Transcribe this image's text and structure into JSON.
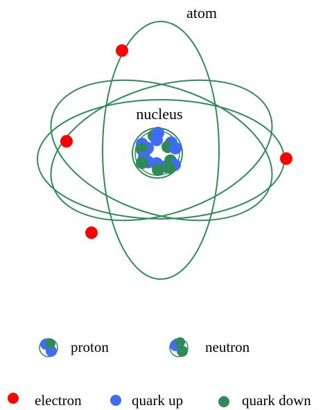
{
  "diagram": {
    "title": "atom",
    "nucleus_label": "nucleus",
    "colors": {
      "orbit": "#2e8b57",
      "electron": "#ff0000",
      "quark_up": "#3f6cf2",
      "quark_down": "#2e8b57",
      "nucleus_ring": "#2e8b57"
    },
    "legend": {
      "proton": "proton",
      "neutron": "neutron",
      "electron": "electron",
      "quark_up": "quark up",
      "quark_down": "quark down"
    }
  }
}
